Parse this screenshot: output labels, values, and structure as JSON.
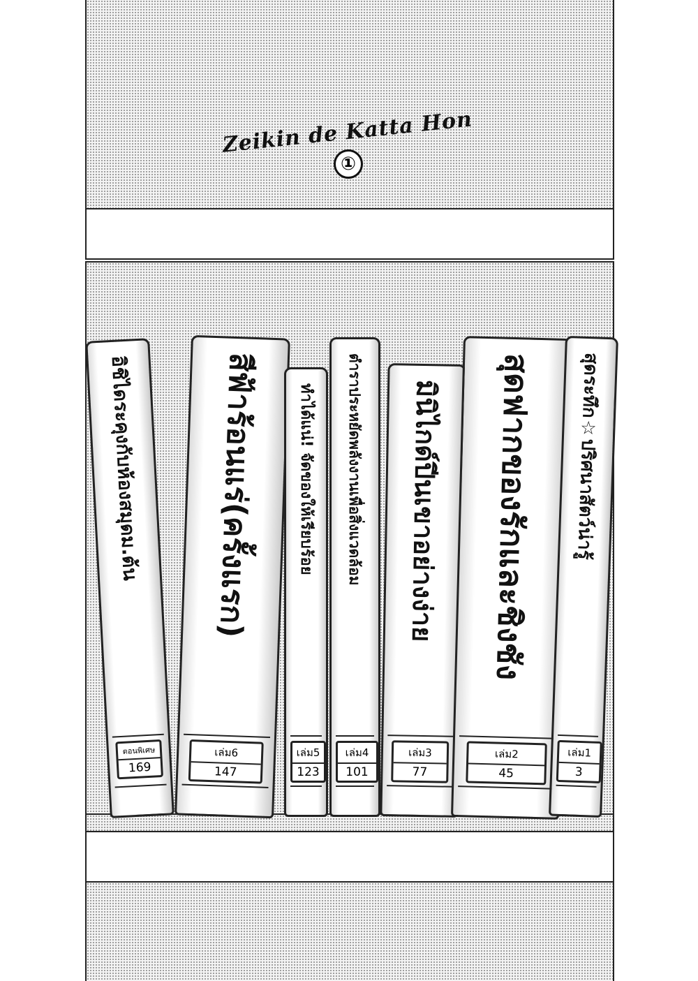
{
  "header": {
    "title": "Zeikin de Katta Hon",
    "chapter_number": "①"
  },
  "books": [
    {
      "title": "อิชิไดระคุงกับห้องสมุดม.ต้น",
      "volume": "ตอนพิเศษ",
      "number": "169"
    },
    {
      "title": "สีฟ้าร้อนแร่(ครั้งแรก)",
      "volume": "เล่ม6",
      "number": "147"
    },
    {
      "title": "ทำได้แน่! จัดของให้เรียบร้อย",
      "volume": "เล่ม5",
      "number": "123"
    },
    {
      "title": "ตำราประหยัดพลังงานเพื่อสิ่งแวดล้อม",
      "volume": "เล่ม4",
      "number": "101"
    },
    {
      "title": "มินิไกด์ปีนเขาอย่างง่าย",
      "volume": "เล่ม3",
      "number": "77"
    },
    {
      "title": "สุดฟากของรักและชิงชัง",
      "volume": "เล่ม2",
      "number": "45"
    },
    {
      "title": "สุดระทึก☆ปริศนาสัตว์น่ารู้",
      "volume": "เล่ม1",
      "number": "3"
    }
  ]
}
